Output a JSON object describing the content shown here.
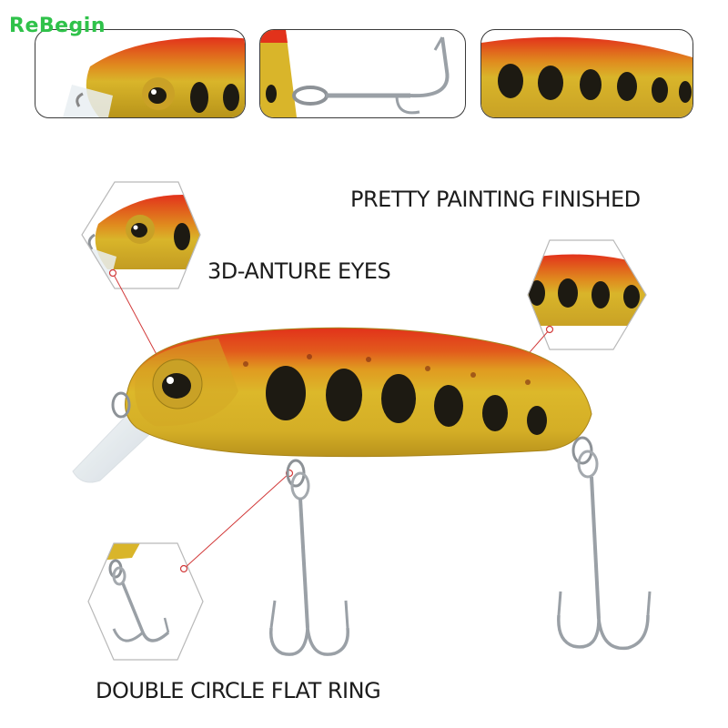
{
  "brand": {
    "name": "ReBegin",
    "color": "#2fc24a"
  },
  "features": {
    "painting": "PRETTY PAINTING FINISHED",
    "eyes": "3D-ANTURE EYES",
    "ring": "DOUBLE CIRCLE FLAT RING"
  },
  "colors": {
    "body_gold": "#d9b52a",
    "body_red": "#e2321b",
    "spots": "#1d1a12",
    "callout_line": "#d23a3a",
    "hook": "#9aa0a6"
  }
}
